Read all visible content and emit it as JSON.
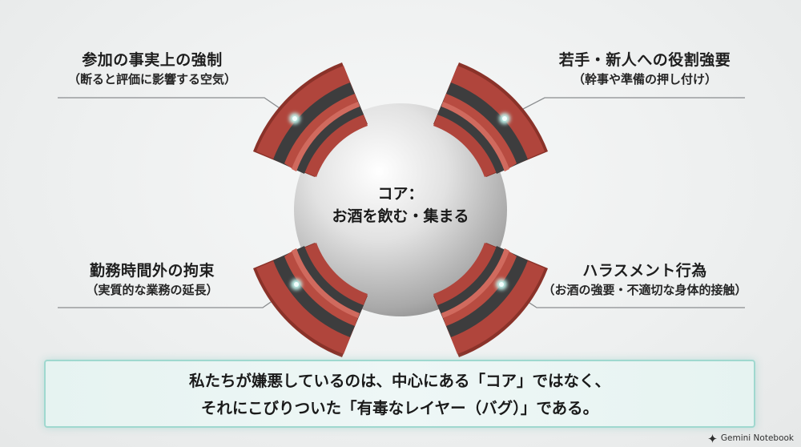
{
  "layers": [
    {
      "id": "top-left",
      "title": "参加の事実上の強制",
      "subtitle": "（断ると評価に影響する空気）"
    },
    {
      "id": "top-right",
      "title": "若手・新人への役割強要",
      "subtitle": "（幹事や準備の押し付け）"
    },
    {
      "id": "bottom-left",
      "title": "勤務時間外の拘束",
      "subtitle": "（実質的な業務の延長）"
    },
    {
      "id": "bottom-right",
      "title": "ハラスメント行為",
      "subtitle": "（お酒の強要・不適切な身体的接触）"
    }
  ],
  "core": {
    "line1": "コア：",
    "line2": "お酒を飲む・集まる"
  },
  "conclusion": {
    "line1": "私たちが嫌悪しているのは、中心にある「コア」ではなく、",
    "line2": "それにこびりついた「有毒なレイヤー（バグ）」である。"
  },
  "brand": {
    "name": "Gemini Notebook",
    "icon": "gemini-logo-icon"
  },
  "colors": {
    "layer_red": "#b0453c",
    "layer_dark": "#3d3d3e",
    "sphere": "#d4d4d4",
    "accent_teal": "#9fd8cf"
  }
}
